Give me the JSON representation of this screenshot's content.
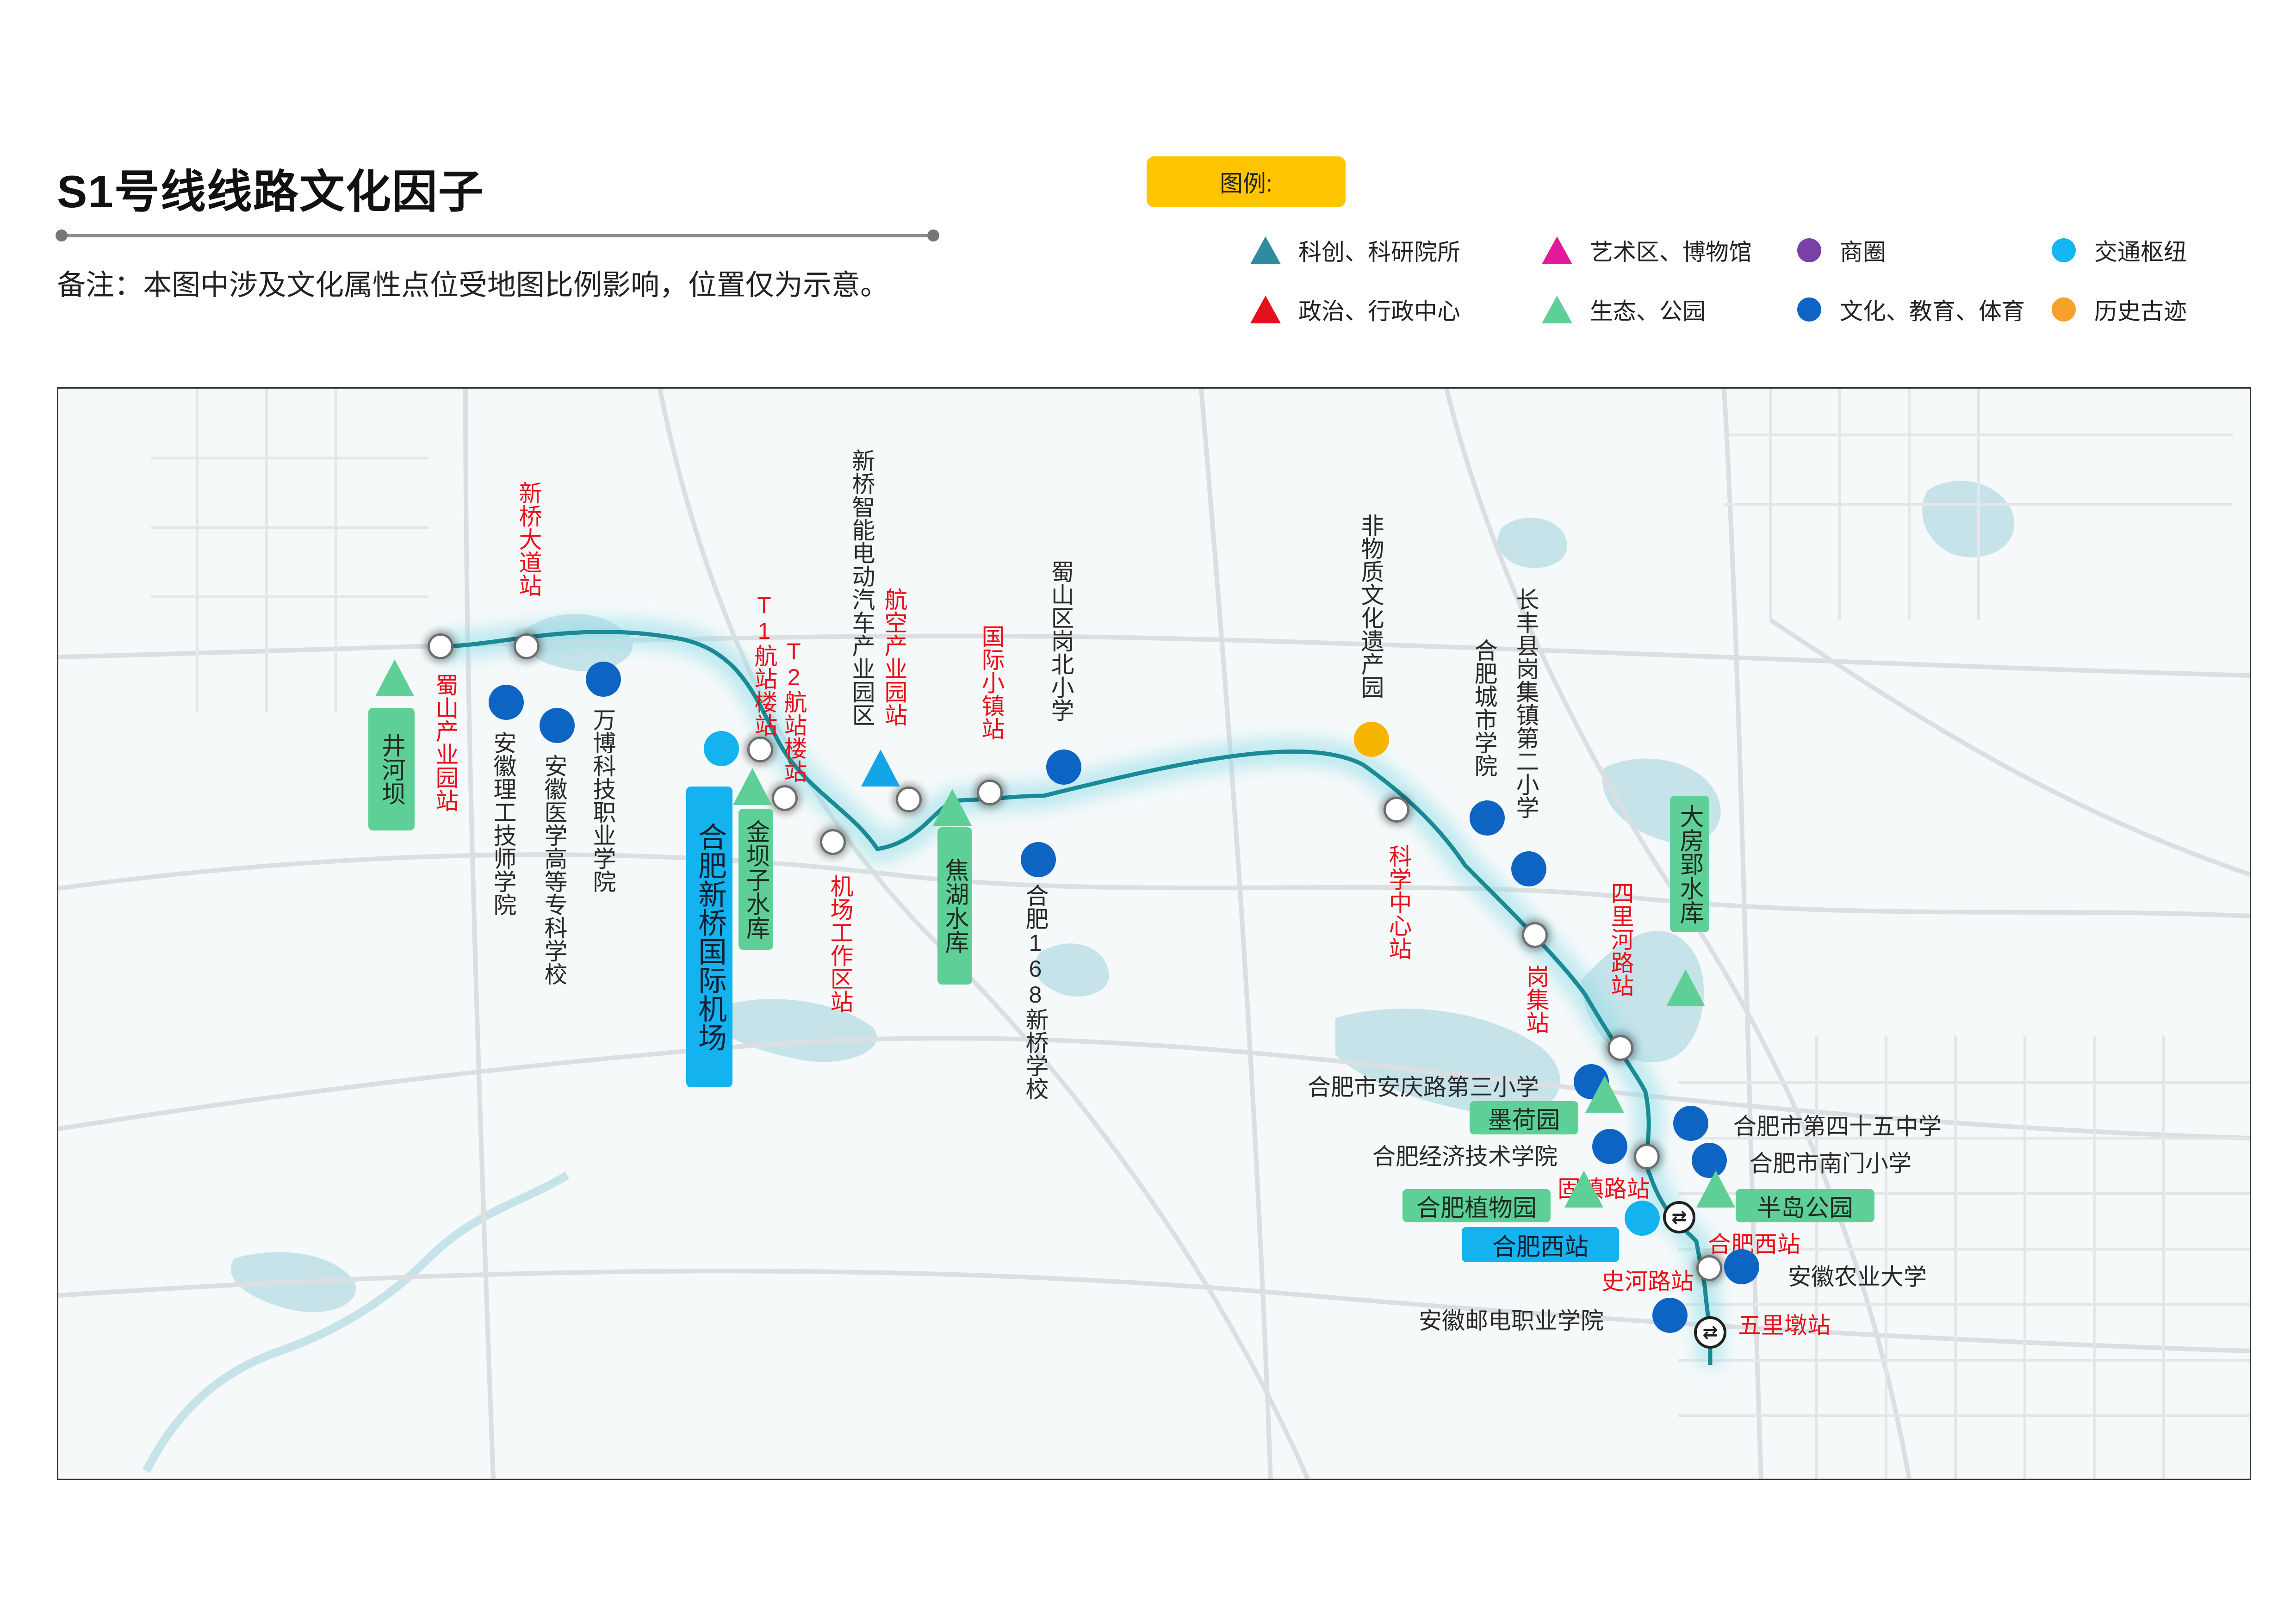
{
  "title": "S1号线线路文化因子",
  "note": "备注：本图中涉及文化属性点位受地图比例影响，位置仅为示意。",
  "legend": {
    "title": "图例:",
    "items": [
      {
        "label": "科创、科研院所",
        "shape": "triangle",
        "color": "#2e8ba0"
      },
      {
        "label": "艺术区、博物馆",
        "shape": "triangle",
        "color": "#e4199a"
      },
      {
        "label": "商圈",
        "shape": "circle",
        "color": "#7b3fa8"
      },
      {
        "label": "交通枢纽",
        "shape": "circle",
        "color": "#13b6f0"
      },
      {
        "label": "政治、行政中心",
        "shape": "triangle",
        "color": "#e50f1d"
      },
      {
        "label": "生态、公园",
        "shape": "triangle",
        "color": "#5fcf98"
      },
      {
        "label": "文化、教育、体育",
        "shape": "circle",
        "color": "#0e64c3"
      },
      {
        "label": "历史古迹",
        "shape": "circle",
        "color": "#f7a12a"
      }
    ]
  },
  "colors": {
    "line": "#1a8a96",
    "station_text": "#e8101a",
    "park": "#5fcf98",
    "transit": "#14b2ef",
    "school": "#0e64c3",
    "heritage": "#f5b400",
    "science": "#13a6e6",
    "water": "#c8e5ea"
  },
  "stations": [
    {
      "name": "蜀山产业园站"
    },
    {
      "name": "新桥大道站"
    },
    {
      "name": "T1航站楼站"
    },
    {
      "name": "T2航站楼站"
    },
    {
      "name": "机场工作区站"
    },
    {
      "name": "航空产业园站"
    },
    {
      "name": "国际小镇站"
    },
    {
      "name": "科学中心站"
    },
    {
      "name": "岗集站"
    },
    {
      "name": "四里河路站"
    },
    {
      "name": "固镇路站"
    },
    {
      "name": "合肥西站"
    },
    {
      "name": "史河路站"
    },
    {
      "name": "五里墩站"
    }
  ],
  "pois": {
    "school_labels": [
      "安徽理工技师学院",
      "安徽医学高等专科学校",
      "万博科技职业学院",
      "新桥智能电动汽车产业园区",
      "蜀山区岗北小学",
      "合肥168新桥学校",
      "非物质文化遗产园",
      "合肥城市学院",
      "长丰县岗集镇第二小学",
      "合肥市安庆路第三小学",
      "合肥经济技术学院",
      "合肥市第四十五中学",
      "合肥市南门小学",
      "安徽农业大学",
      "安徽邮电职业学院"
    ],
    "green_boxes": [
      "井河坝",
      "金坝子水库",
      "焦湖水库",
      "大房郢水库",
      "墨荷园",
      "合肥植物园",
      "半岛公园"
    ],
    "blue_boxes": [
      "合肥新桥国际机场",
      "合肥西站"
    ]
  }
}
